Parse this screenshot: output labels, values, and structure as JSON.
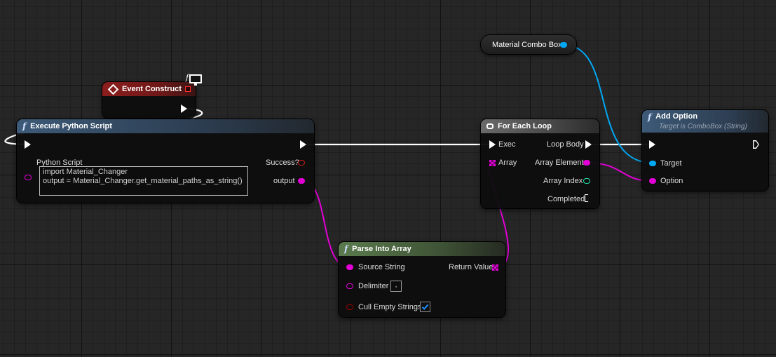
{
  "colors": {
    "exec": "#ffffff",
    "object_pin": "#00a8f4",
    "string_pin": "#e200d7",
    "bool_pin": "#950000",
    "int_pin": "#1fe0a4",
    "event_header": "#8c1d1d",
    "function_header": "#3d5a78",
    "pure_header": "#5b7b4e",
    "macro_header": "#6a6a6a"
  },
  "event_node": {
    "title": "Event Construct",
    "icon": "event-diamond-icon",
    "badge": "monitor-icon",
    "badge_text": "f"
  },
  "python_node": {
    "icon_text": "f",
    "title": "Execute Python Script",
    "script_label": "Python Script",
    "script_code": "import Material_Changer\noutput = Material_Changer.get_material_paths_as_string()",
    "success_label": "Success?",
    "output_label": "output"
  },
  "parse_node": {
    "icon_text": "f",
    "title": "Parse Into Array",
    "source_label": "Source String",
    "delimiter_label": "Delimiter",
    "delimiter_value": ",",
    "cull_label": "Cull Empty Strings",
    "cull_checked": true,
    "return_label": "Return Value"
  },
  "foreach_node": {
    "icon": "loop-icon",
    "title": "For Each Loop",
    "exec_label": "Exec",
    "array_label": "Array",
    "loop_body_label": "Loop Body",
    "array_element_label": "Array Element",
    "array_index_label": "Array Index",
    "completed_label": "Completed"
  },
  "combo_var": {
    "label": "Material Combo Box"
  },
  "add_option_node": {
    "icon_text": "f",
    "title": "Add Option",
    "subtitle": "Target is ComboBox (String)",
    "target_label": "Target",
    "option_label": "Option"
  }
}
